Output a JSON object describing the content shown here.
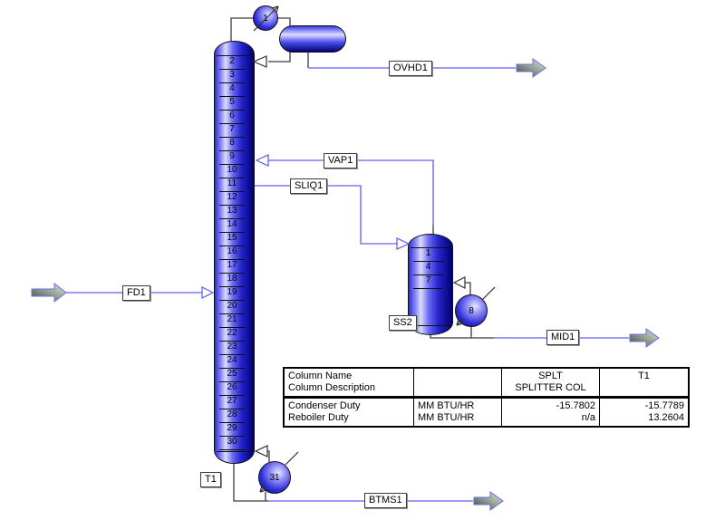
{
  "main_column": {
    "label": "T1",
    "stages": [
      "2",
      "3",
      "4",
      "5",
      "6",
      "7",
      "8",
      "9",
      "10",
      "11",
      "12",
      "13",
      "14",
      "15",
      "16",
      "17",
      "18",
      "19",
      "20",
      "21",
      "22",
      "23",
      "24",
      "25",
      "26",
      "27",
      "28",
      "29",
      "30"
    ]
  },
  "side_stripper": {
    "label": "SS2",
    "stages": [
      "1",
      "4",
      "7"
    ]
  },
  "exchangers": {
    "condenser_label": "1",
    "stripper_reboiler_label": "8",
    "main_reboiler_label": "31"
  },
  "streams": {
    "feed": "FD1",
    "overhead": "OVHD1",
    "vapor_return": "VAP1",
    "side_liquid": "SLIQ1",
    "middle": "MID1",
    "bottoms": "BTMS1"
  },
  "colors": {
    "stream_line": "#7b7bf5",
    "equipment_line": "#3c3c3c",
    "vessel_dark": "#000078",
    "vessel_highlight": "#dcdcff",
    "arrow_body_dark": "#3d473d",
    "arrow_body_light": "#dce6d4"
  },
  "table": {
    "header": {
      "name_lines": [
        "Column Name",
        "Column Description"
      ],
      "units": "",
      "splt_lines": [
        "SPLT",
        "SPLITTER COL"
      ],
      "t1": "T1"
    },
    "rows": {
      "names": [
        "Condenser Duty",
        "Reboiler Duty"
      ],
      "units": [
        "MM BTU/HR",
        "MM BTU/HR"
      ],
      "splt": [
        "-15.7802",
        "n/a"
      ],
      "t1": [
        "-15.7789",
        "13.2604"
      ]
    }
  }
}
